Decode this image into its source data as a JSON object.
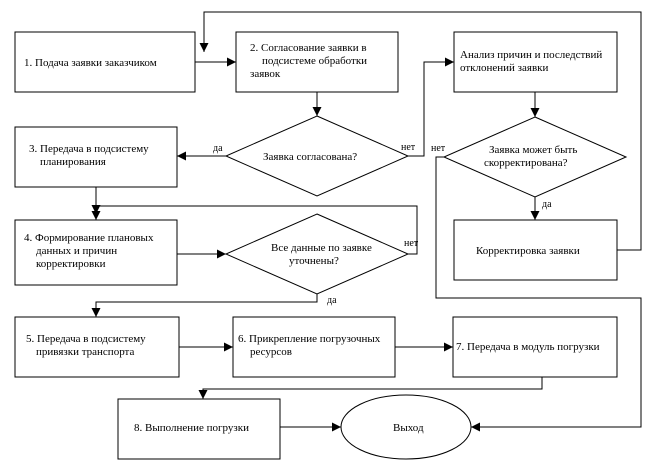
{
  "nodes": {
    "n1": {
      "lines": [
        "1. Подача заявки заказчиком"
      ]
    },
    "n2": {
      "lines": [
        "2. Согласование заявки в",
        "подсистеме обработки",
        "заявок"
      ]
    },
    "n3": {
      "lines": [
        "3. Передача в подсистему",
        "планирования"
      ]
    },
    "n4": {
      "lines": [
        "4. Формирование плановых",
        "данных и причин",
        "корректировки"
      ]
    },
    "n5": {
      "lines": [
        "5. Передача в подсистему",
        "привязки транспорта"
      ]
    },
    "n6": {
      "lines": [
        "6. Прикрепление погрузочных",
        "ресурсов"
      ]
    },
    "n7": {
      "lines": [
        "7. Передача в модуль погрузки"
      ]
    },
    "n8": {
      "lines": [
        "8. Выполнение погрузки"
      ]
    },
    "na": {
      "lines": [
        "Анализ причин и последствий",
        "отклонений заявки"
      ]
    },
    "nc": {
      "lines": [
        "Корректировка заявки"
      ]
    },
    "d1": {
      "lines": [
        "Заявка согласована?"
      ]
    },
    "d2": {
      "lines": [
        "Все данные по заявке",
        "уточнены?"
      ]
    },
    "d3": {
      "lines": [
        "Заявка может быть",
        "скорректирована?"
      ]
    },
    "exit": {
      "lines": [
        "Выход"
      ]
    }
  },
  "edge_labels": {
    "d1_yes": "да",
    "d1_no": "нет",
    "d2_yes": "да",
    "d2_no": "нет",
    "d3_yes": "да",
    "d3_no": "нет"
  }
}
